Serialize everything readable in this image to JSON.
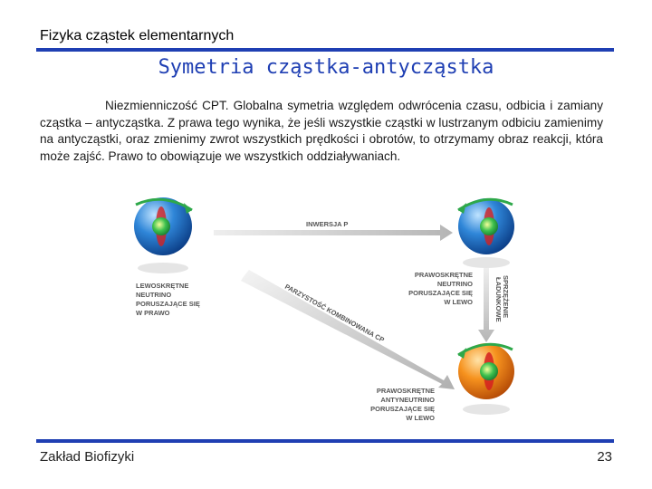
{
  "header": {
    "title": "Fizyka cząstek elementarnych"
  },
  "slide": {
    "title": "Symetria cząstka-antycząstka",
    "body": "Niezmienniczość CPT. Globalna symetria względem odwrócenia czasu, odbicia i zamiany cząstka – antycząstka. Z prawa tego wynika, że jeśli wszystkie cząstki w lustrzanym odbiciu zamienimy na antycząstki, oraz zmienimy zwrot wszystkich prędkości i obrotów, to otrzymamy obraz reakcji, która może zajść. Prawo to obowiązuje we wszystkich oddziaływaniach."
  },
  "diagram": {
    "arrow_p": "INWERSJA P",
    "arrow_c": [
      "SPRZĘŻENIE",
      "ŁADUNKOWE"
    ],
    "arrow_cp": "PARZYSTOŚĆ KOMBINOWANA CP",
    "label_left": [
      "LEWOSKRĘTNE",
      "NEUTRINO",
      "PORUSZAJĄCE SIĘ",
      "W PRAWO"
    ],
    "label_right_top": [
      "PRAWOSKRĘTNE",
      "NEUTRINO",
      "PORUSZAJĄCE SIĘ",
      "W LEWO"
    ],
    "label_right_bottom": [
      "PRAWOSKRĘTNE",
      "ANTYNEUTRINO",
      "PORUSZAJĄCE SIĘ",
      "W LEWO"
    ],
    "colors": {
      "neutrino": "#1e6fc9",
      "antineutrino": "#f07a12",
      "accent_green": "#2ea84a",
      "accent_red": "#d42020"
    }
  },
  "footer": {
    "left": "Zakład Biofizyki",
    "page": "23"
  }
}
